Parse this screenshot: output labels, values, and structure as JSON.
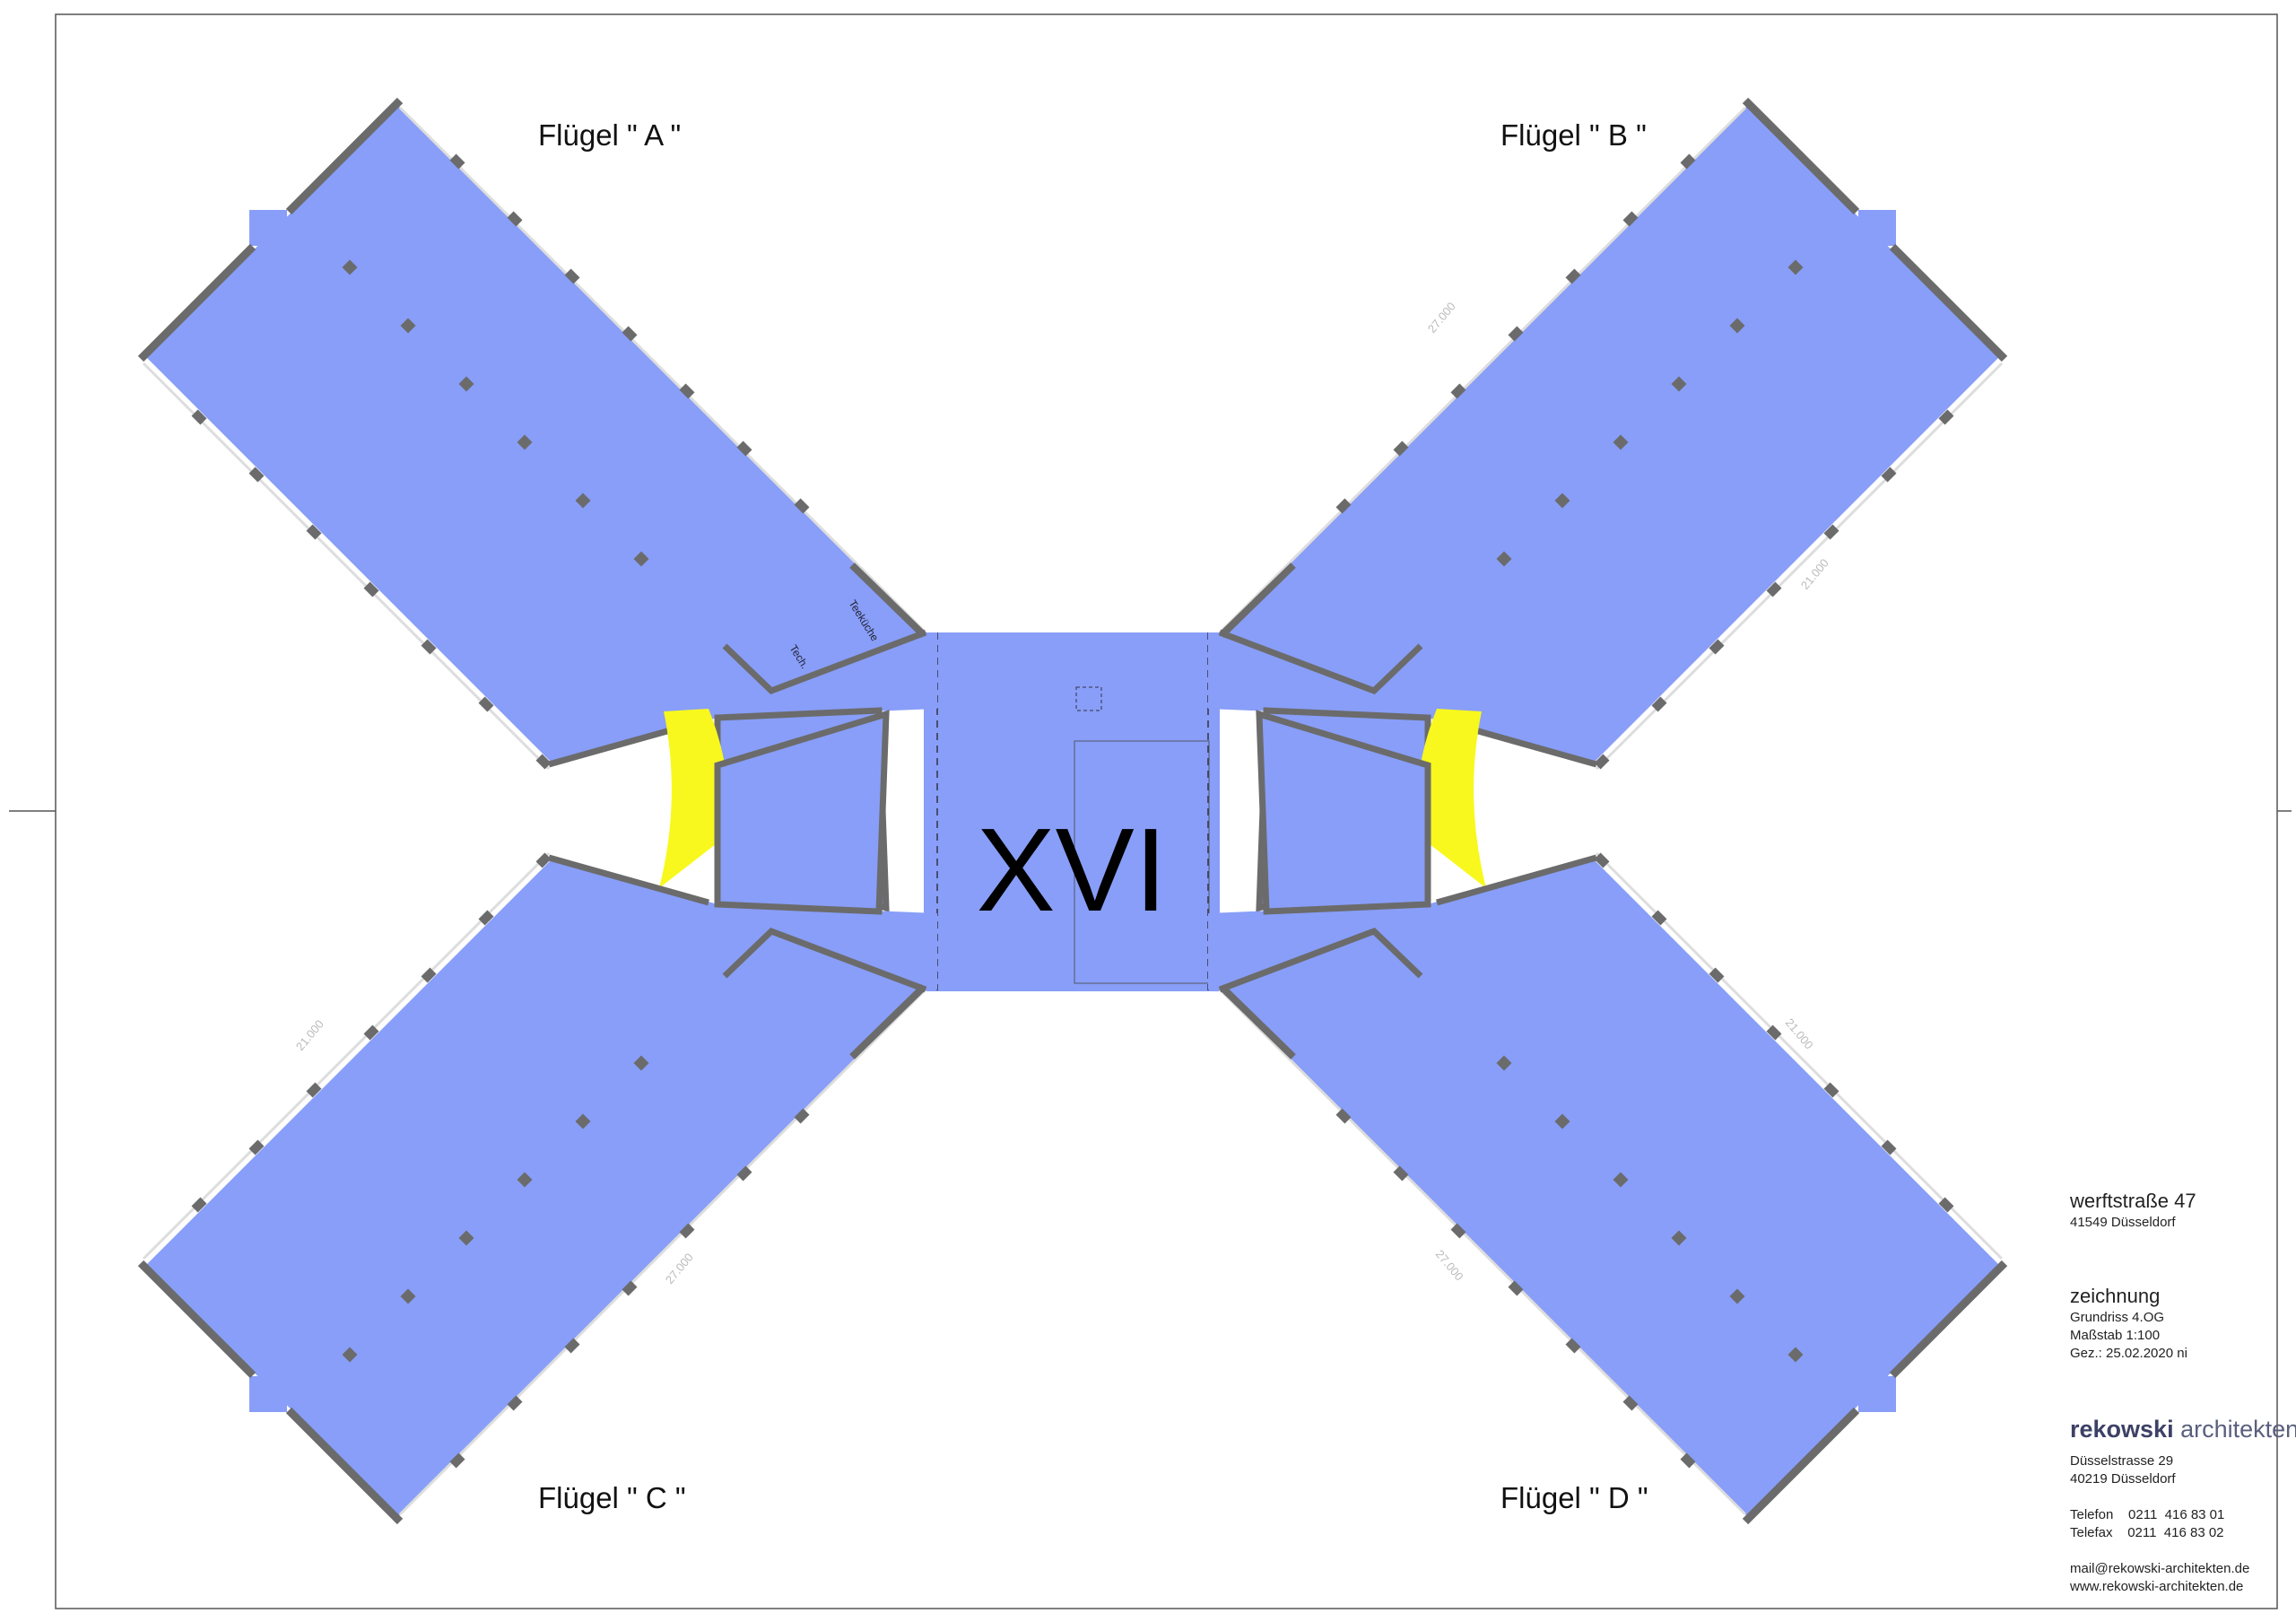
{
  "wings": [
    {
      "id": "A",
      "label": "Flügel \" A \""
    },
    {
      "id": "B",
      "label": "Flügel \" B \""
    },
    {
      "id": "C",
      "label": "Flügel \" C \""
    },
    {
      "id": "D",
      "label": "Flügel \" D \""
    }
  ],
  "hall": {
    "label": "XVI"
  },
  "rooms": {
    "kitchen": "Teeküche",
    "tech": "Tech."
  },
  "dimensions": {
    "long": "27.000",
    "short": "21.000"
  },
  "title_block": {
    "address_line1": "werftstraße  47",
    "address_line2": "41549  Düsseldorf",
    "drawing_heading": "zeichnung",
    "drawing_name": "Grundriss 4.OG",
    "scale": "Maßstab  1:100",
    "drawn": "Gez.: 25.02.2020 ni",
    "firm_name_bold": "rekowski",
    "firm_name_light": "architekten",
    "firm_street": "Düsselstrasse 29",
    "firm_city": "40219 Düsseldorf",
    "phone": "Telefon    0211  416 83 01",
    "fax": "Telefax    0211  416 83 02",
    "email": "mail@rekowski-architekten.de",
    "web": "www.rekowski-architekten.de"
  },
  "colors": {
    "floor": "#889ef8",
    "wall": "#6b6b6b",
    "stair": "#f8f81e"
  }
}
